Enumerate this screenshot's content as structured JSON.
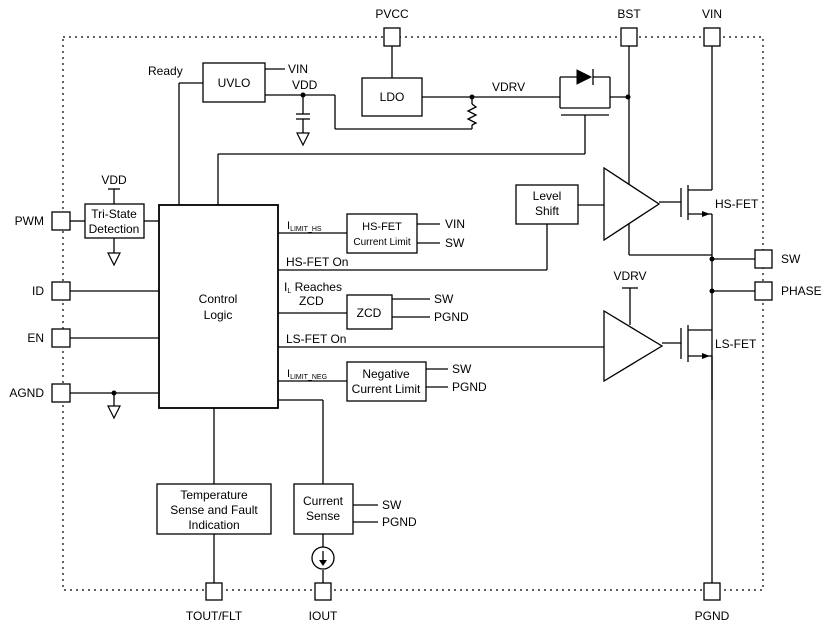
{
  "pins": {
    "pvcc": "PVCC",
    "bst": "BST",
    "vin": "VIN",
    "pwm": "PWM",
    "id": "ID",
    "en": "EN",
    "agnd": "AGND",
    "sw": "SW",
    "phase": "PHASE",
    "tout_flt": "TOUT/FLT",
    "iout": "IOUT",
    "pgnd": "PGND"
  },
  "blocks": {
    "uvlo": "UVLO",
    "ldo": "LDO",
    "tristate_l1": "Tri-State",
    "tristate_l2": "Detection",
    "control_l1": "Control",
    "control_l2": "Logic",
    "levelshift_l1": "Level",
    "levelshift_l2": "Shift",
    "hsfet_cl_l1": "HS-FET",
    "hsfet_cl_l2": "Current Limit",
    "zcd": "ZCD",
    "negcl_l1": "Negative",
    "negcl_l2": "Current Limit",
    "temp_l1": "Temperature",
    "temp_l2": "Sense and Fault",
    "temp_l3": "Indication",
    "cs_l1": "Current",
    "cs_l2": "Sense"
  },
  "signals": {
    "ready": "Ready",
    "uvlo_vin": "VIN",
    "vdd_cap": "VDD",
    "vdrv_top": "VDRV",
    "vdd_tristate": "VDD",
    "ilimit_hs_main": "I",
    "ilimit_hs_sub": "LIMIT_HS",
    "hscl_vin": "VIN",
    "hscl_sw": "SW",
    "hsfet_on": "HS-FET On",
    "il_main": "I",
    "il_sub": "L",
    "il_rest": " Reaches",
    "zcd_sig": "ZCD",
    "zcd_sw": "SW",
    "zcd_pgnd": "PGND",
    "lsfet_on": "LS-FET On",
    "ilimit_neg_main": "I",
    "ilimit_neg_sub": "LIMIT_NEG",
    "negcl_sw": "SW",
    "negcl_pgnd": "PGND",
    "cs_sw": "SW",
    "cs_pgnd": "PGND",
    "vdrv_ls": "VDRV",
    "hs_fet": "HS-FET",
    "ls_fet": "LS-FET"
  }
}
